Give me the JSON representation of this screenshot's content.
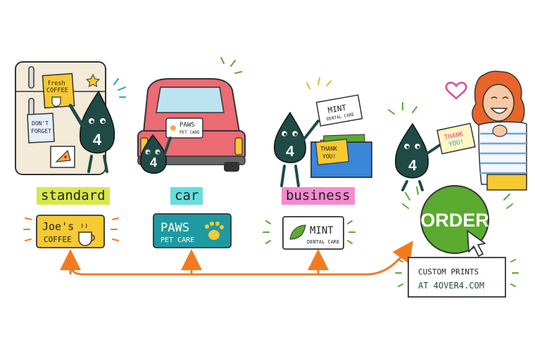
{
  "categories": [
    {
      "label": "standard",
      "color": "#d8e84a"
    },
    {
      "label": "car",
      "color": "#66dede"
    },
    {
      "label": "business",
      "color": "#f58ad0"
    }
  ],
  "scenes": {
    "fridge": {
      "note_1": "fresh",
      "note_2": "COFFEE",
      "note_3": "DON'T",
      "note_4": "FORGET"
    },
    "car": {
      "sticker_1": "PAWS",
      "sticker_2": "PET CARE"
    },
    "business": {
      "card_1": "MINT",
      "card_2": "DENTAL CARE",
      "card_3": "THANK",
      "card_4": "YOU!"
    },
    "customer": {
      "card_1": "THANK",
      "card_2": "YOU!"
    },
    "mascot_number": "4"
  },
  "samples": {
    "standard": {
      "line1": "Joe's",
      "line2": "COFFEE"
    },
    "car": {
      "line1": "PAWS",
      "line2": "PET CARE"
    },
    "business": {
      "line1": "MINT",
      "line2": "DENTAL CARE"
    }
  },
  "order": {
    "button_label": "ORDER",
    "info_line1": "CUSTOM PRINTS",
    "info_line2": "AT 4OVER4.COM"
  },
  "colors": {
    "dark_teal": "#1f4a45",
    "orange": "#f47a20",
    "green": "#5aab2f",
    "yellow": "#f7c933",
    "teal_sticker": "#1e9aa2",
    "red_car": "#ec6b74"
  }
}
